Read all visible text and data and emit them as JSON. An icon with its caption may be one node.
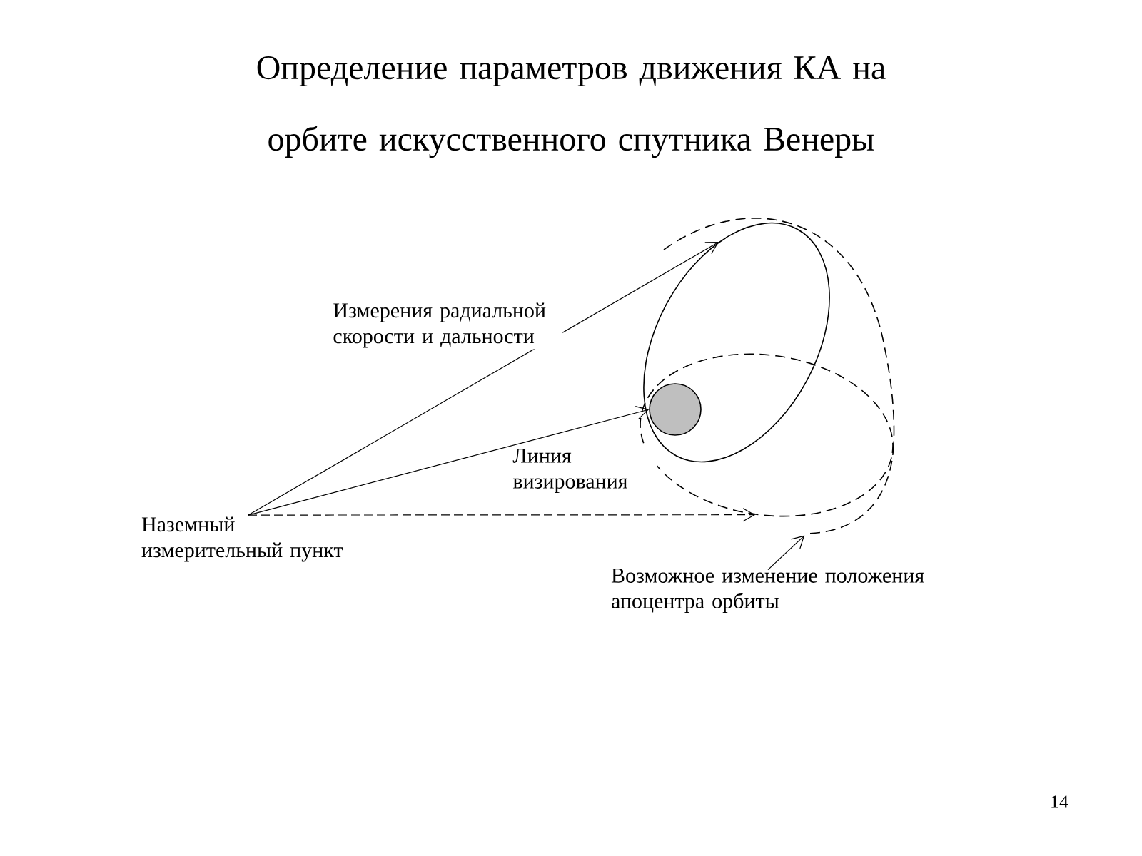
{
  "diagram": {
    "title": "Определение параметров движения КА на орбите искусственного спутника Венеры",
    "nodes": [
      {
        "text": [
          "Наземный измерительный пункт"
        ]
      },
      {
        "text": [],
        "shape": "ellipse"
      },
      {
        "text": [],
        "shape": "circle"
      },
      {
        "text": [],
        "shape": "ellipse"
      },
      {
        "text": [],
        "shape": "arc"
      },
      {
        "text": [
          "Возможное изменение положения апоцентра орбиты"
        ]
      }
    ],
    "edges": [
      {
        "from": 0,
        "to": 1,
        "arrow": "to",
        "label": "Измерения радиальной скорости и дальности"
      },
      {
        "from": 0,
        "to": 2,
        "arrow": "to",
        "label": "Линия визирования"
      },
      {
        "from": 0,
        "to": 3,
        "arrow": "to",
        "style": "dashed"
      },
      {
        "from": 5,
        "to": 4,
        "arrow": "to"
      }
    ],
    "labels": [
      "14"
    ]
  }
}
